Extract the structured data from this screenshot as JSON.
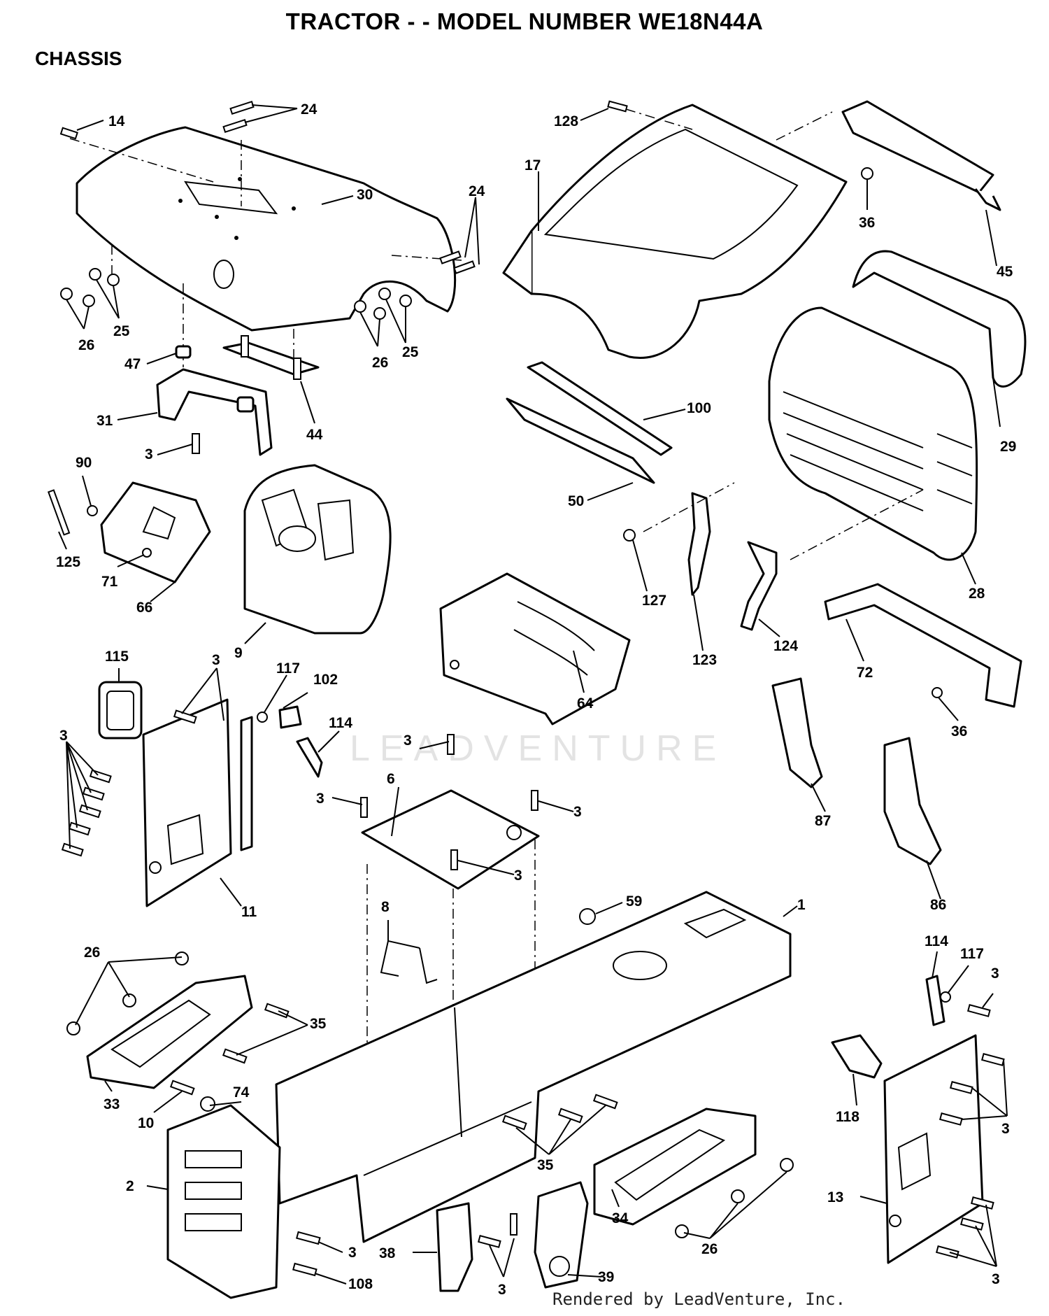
{
  "header": {
    "title": "TRACTOR - - MODEL NUMBER WE18N44A",
    "section": "CHASSIS"
  },
  "watermark": "LEADVENTURE",
  "footer": {
    "credit": "Rendered by LeadVenture, Inc."
  },
  "callouts": [
    {
      "id": "c14",
      "label": "14"
    },
    {
      "id": "c24a",
      "label": "24"
    },
    {
      "id": "c30",
      "label": "30"
    },
    {
      "id": "c24b",
      "label": "24"
    },
    {
      "id": "c26a",
      "label": "26"
    },
    {
      "id": "c25a",
      "label": "25"
    },
    {
      "id": "c26b",
      "label": "26"
    },
    {
      "id": "c25b",
      "label": "25"
    },
    {
      "id": "c47",
      "label": "47"
    },
    {
      "id": "c31",
      "label": "31"
    },
    {
      "id": "c44",
      "label": "44"
    },
    {
      "id": "c3a",
      "label": "3"
    },
    {
      "id": "c90",
      "label": "90"
    },
    {
      "id": "c125",
      "label": "125"
    },
    {
      "id": "c71",
      "label": "71"
    },
    {
      "id": "c66",
      "label": "66"
    },
    {
      "id": "c9",
      "label": "9"
    },
    {
      "id": "c128",
      "label": "128"
    },
    {
      "id": "c17",
      "label": "17"
    },
    {
      "id": "c36a",
      "label": "36"
    },
    {
      "id": "c45",
      "label": "45"
    },
    {
      "id": "c29",
      "label": "29"
    },
    {
      "id": "c100",
      "label": "100"
    },
    {
      "id": "c50",
      "label": "50"
    },
    {
      "id": "c127",
      "label": "127"
    },
    {
      "id": "c123",
      "label": "123"
    },
    {
      "id": "c124",
      "label": "124"
    },
    {
      "id": "c28",
      "label": "28"
    },
    {
      "id": "c72",
      "label": "72"
    },
    {
      "id": "c36b",
      "label": "36"
    },
    {
      "id": "c64",
      "label": "64"
    },
    {
      "id": "c115",
      "label": "115"
    },
    {
      "id": "c3b",
      "label": "3"
    },
    {
      "id": "c117a",
      "label": "117"
    },
    {
      "id": "c102",
      "label": "102"
    },
    {
      "id": "c114a",
      "label": "114"
    },
    {
      "id": "c3c",
      "label": "3"
    },
    {
      "id": "c11",
      "label": "11"
    },
    {
      "id": "c3d",
      "label": "3"
    },
    {
      "id": "c3e",
      "label": "3"
    },
    {
      "id": "c6",
      "label": "6"
    },
    {
      "id": "c3f",
      "label": "3"
    },
    {
      "id": "c3g",
      "label": "3"
    },
    {
      "id": "c87",
      "label": "87"
    },
    {
      "id": "c86",
      "label": "86"
    },
    {
      "id": "c59",
      "label": "59"
    },
    {
      "id": "c1",
      "label": "1"
    },
    {
      "id": "c8",
      "label": "8"
    },
    {
      "id": "c26c",
      "label": "26"
    },
    {
      "id": "c35a",
      "label": "35"
    },
    {
      "id": "c33",
      "label": "33"
    },
    {
      "id": "c10",
      "label": "10"
    },
    {
      "id": "c74",
      "label": "74"
    },
    {
      "id": "c2",
      "label": "2"
    },
    {
      "id": "c3h",
      "label": "3"
    },
    {
      "id": "c108",
      "label": "108"
    },
    {
      "id": "c35b",
      "label": "35"
    },
    {
      "id": "c38",
      "label": "38"
    },
    {
      "id": "c3i",
      "label": "3"
    },
    {
      "id": "c39",
      "label": "39"
    },
    {
      "id": "c34",
      "label": "34"
    },
    {
      "id": "c26d",
      "label": "26"
    },
    {
      "id": "c114b",
      "label": "114"
    },
    {
      "id": "c117b",
      "label": "117"
    },
    {
      "id": "c3j",
      "label": "3"
    },
    {
      "id": "c118",
      "label": "118"
    },
    {
      "id": "c3k",
      "label": "3"
    },
    {
      "id": "c13",
      "label": "13"
    },
    {
      "id": "c3l",
      "label": "3"
    }
  ]
}
